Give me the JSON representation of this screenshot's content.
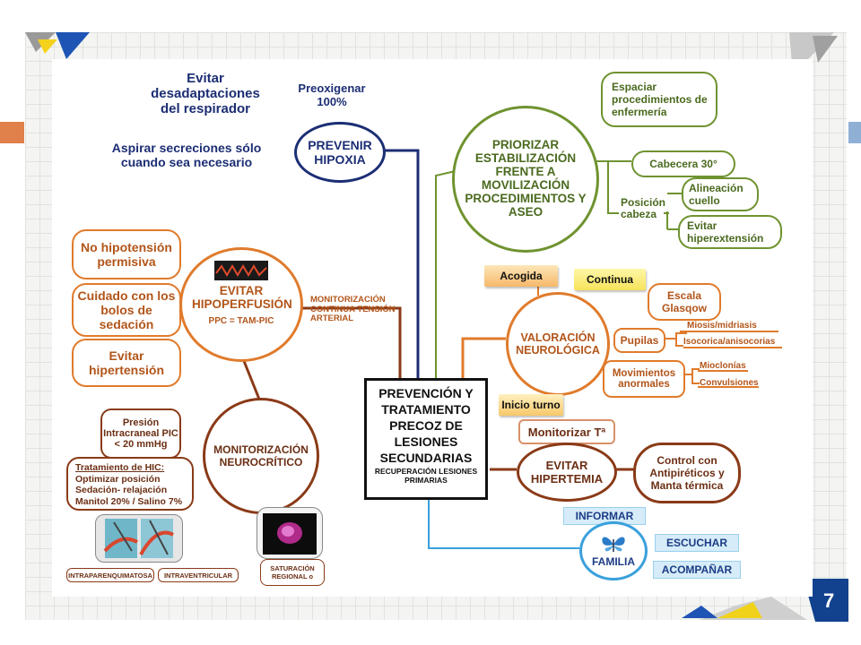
{
  "page_number": "7",
  "center_box": {
    "title": "PREVENCIÓN Y TRATAMIENTO PRECOZ DE LESIONES SECUNDARIAS",
    "subtitle": "RECUPERACIÓN LESIONES PRIMARIAS"
  },
  "hipoxia": {
    "circle": "PREVENIR HIPOXIA",
    "preox": "Preoxigenar 100%",
    "evitar": "Evitar desadaptaciones del respirador",
    "aspirar": "Aspirar secreciones sólo cuando sea necesario"
  },
  "estabilizacion": {
    "circle": "PRIORIZAR ESTABILIZACIÓN FRENTE A MOVILIZACIÓN PROCEDIMIENTOS Y ASEO",
    "espaciar": "Espaciar procedimientos de enfermería",
    "cabecera": "Cabecera 30°",
    "posicion": "Posición cabeza",
    "alineacion": "Alineación cuello",
    "hiperext": "Evitar hiperextensión"
  },
  "hipoperfusion": {
    "circle_title": "EVITAR HIPOPERFUSIÓN",
    "circle_sub": "PPC = TAM-PIC",
    "monitor": "MONITORIZACIÓN CONTINUA TENSIÓN ARTERIAL",
    "no_hipo": "No hipotensión permisiva",
    "cuidado": "Cuidado con los bolos de sedación",
    "evitar_hiper": "Evitar hipertensión"
  },
  "neurocritico": {
    "circle": "MONITORIZACIÓN NEUROCRÍTICO",
    "presion": "Presión Intracraneal PIC < 20 mmHg",
    "hic_title": "Tratamiento de HIC:",
    "hic_lines": [
      "Optimizar posición",
      "Sedación- relajación",
      "Manitol 20% / Salino 7%"
    ],
    "intraparenquimatosa": "INTRAPARENQUIMATOSA",
    "intraventricular": "INTRAVENTRICULAR",
    "saturacion": "SATURACIÓN REGIONAL o"
  },
  "neuro": {
    "circle": "VALORACIÓN NEUROLÓGICA",
    "acogida": "Acogida",
    "continua": "Continua",
    "inicio": "Inicio turno",
    "glasgow": "Escala Glasqow",
    "pupilas": "Pupilas",
    "miosis": "Miosis/midriasis",
    "isocorica": "Isocorica/anisocorias",
    "movimientos": "Movimientos anormales",
    "mioclonias": "Mioclonías",
    "convulsiones": "Convulsiones"
  },
  "hipertemia": {
    "monitorizar": "Monitorizar Tª",
    "circle": "EVITAR HIPERTEMIA",
    "control": "Control con Antipiréticos y Manta térmica"
  },
  "familia": {
    "circle": "FAMILIA",
    "informar": "INFORMAR",
    "escuchar": "ESCUCHAR",
    "acompanar": "ACOMPAÑAR"
  },
  "colors": {
    "blue": "#1c2e74",
    "orange": "#e07b2c",
    "green": "#6f9330",
    "brown": "#8a3a17",
    "cyan": "#3aa0dc",
    "left_accent": "#e0804a",
    "right_accent": "#8fb0d4",
    "tab": "#12418e"
  }
}
